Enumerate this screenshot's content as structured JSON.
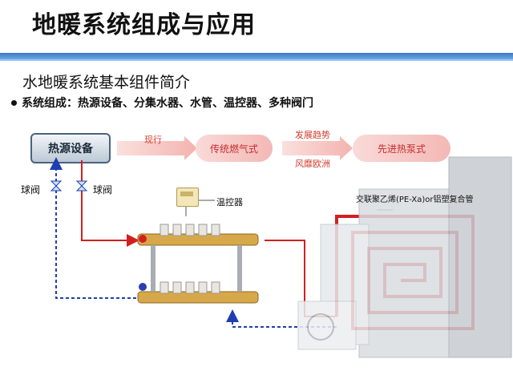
{
  "title": "地暖系统组成与应用",
  "subtitle": "水地暖系统基本组件简介",
  "bullet": "系统组成：热源设备、分集水器、水管、温控器、多种阀门",
  "heat_source": "热源设备",
  "flow": {
    "label_current": "现行",
    "stage1": "传统燃气式",
    "label_trend": "发展趋势",
    "label_trend2": "风靡欧洲",
    "stage2": "先进热泵式"
  },
  "valve_left": "球阀",
  "valve_right": "球阀",
  "thermostat": "温控器",
  "pipe_label": "交联聚乙烯(PE-Xa)or铝塑复合管",
  "colors": {
    "accent_blue": "#3a78c7",
    "pipe_red": "#d22020",
    "pipe_blue": "#1f3fb0",
    "pill": "#f3b8b5"
  }
}
